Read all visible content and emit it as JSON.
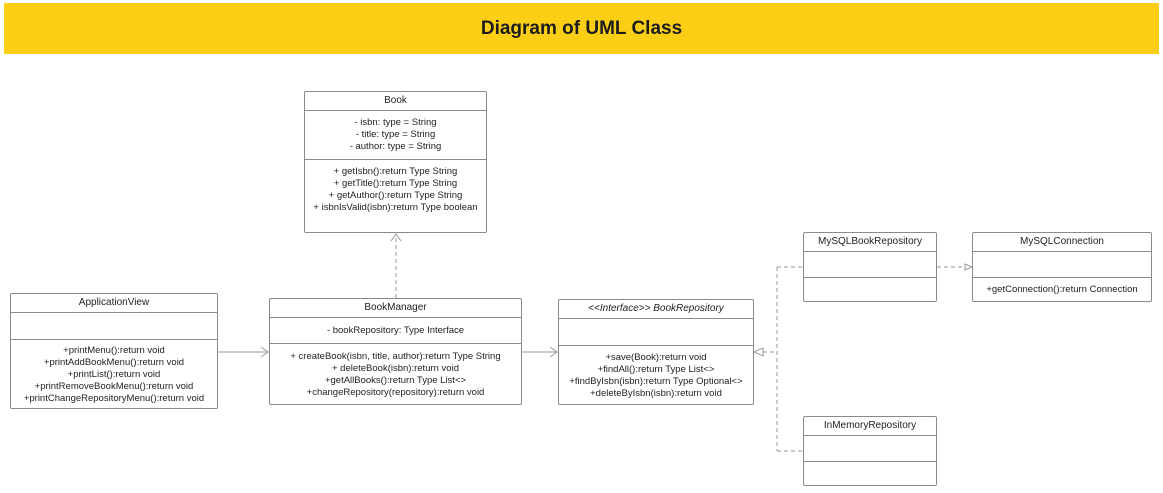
{
  "title": "Diagram of UML Class",
  "classes": {
    "book": {
      "name": "Book",
      "attributes": [
        "- isbn: type = String",
        "- title: type = String",
        "- author: type = String"
      ],
      "methods": [
        "+ getIsbn():return Type String",
        "+ getTitle():return Type String",
        "+ getAuthor():return Type String",
        "+ isbnIsValid(isbn):return Type boolean"
      ]
    },
    "application_view": {
      "name": "ApplicationView",
      "attributes": [],
      "methods": [
        "+printMenu():return void",
        "+printAddBookMenu():return void",
        "+printList():return void",
        "+printRemoveBookMenu():return void",
        "+printChangeRepositoryMenu():return void"
      ]
    },
    "book_manager": {
      "name": "BookManager",
      "attributes": [
        "- bookRepository: Type Interface"
      ],
      "methods": [
        "+ createBook(isbn, title, author):return Type String",
        "+ deleteBook(isbn):return void",
        "+getAllBooks():return Type List<>",
        "+changeRepository(repository):return void"
      ]
    },
    "book_repository": {
      "name": "<<Interface>> BookRepository",
      "attributes": [],
      "methods": [
        "+save(Book):return void",
        "+findAll():return Type List<>",
        "+findByIsbn(isbn):return Type Optional<>",
        "+deleteByIsbn(isbn):return void"
      ]
    },
    "mysql_book_repository": {
      "name": "MySQLBookRepository",
      "attributes": [],
      "methods": []
    },
    "mysql_connection": {
      "name": "MySQLConnection",
      "attributes": [],
      "methods": [
        "+getConnection():return Connection"
      ]
    },
    "in_memory_repository": {
      "name": "InMemoryRepository",
      "attributes": [],
      "methods": []
    }
  },
  "colors": {
    "banner": "#fccf16",
    "border": "#8a8a8a",
    "line": "#9a9a9a"
  }
}
